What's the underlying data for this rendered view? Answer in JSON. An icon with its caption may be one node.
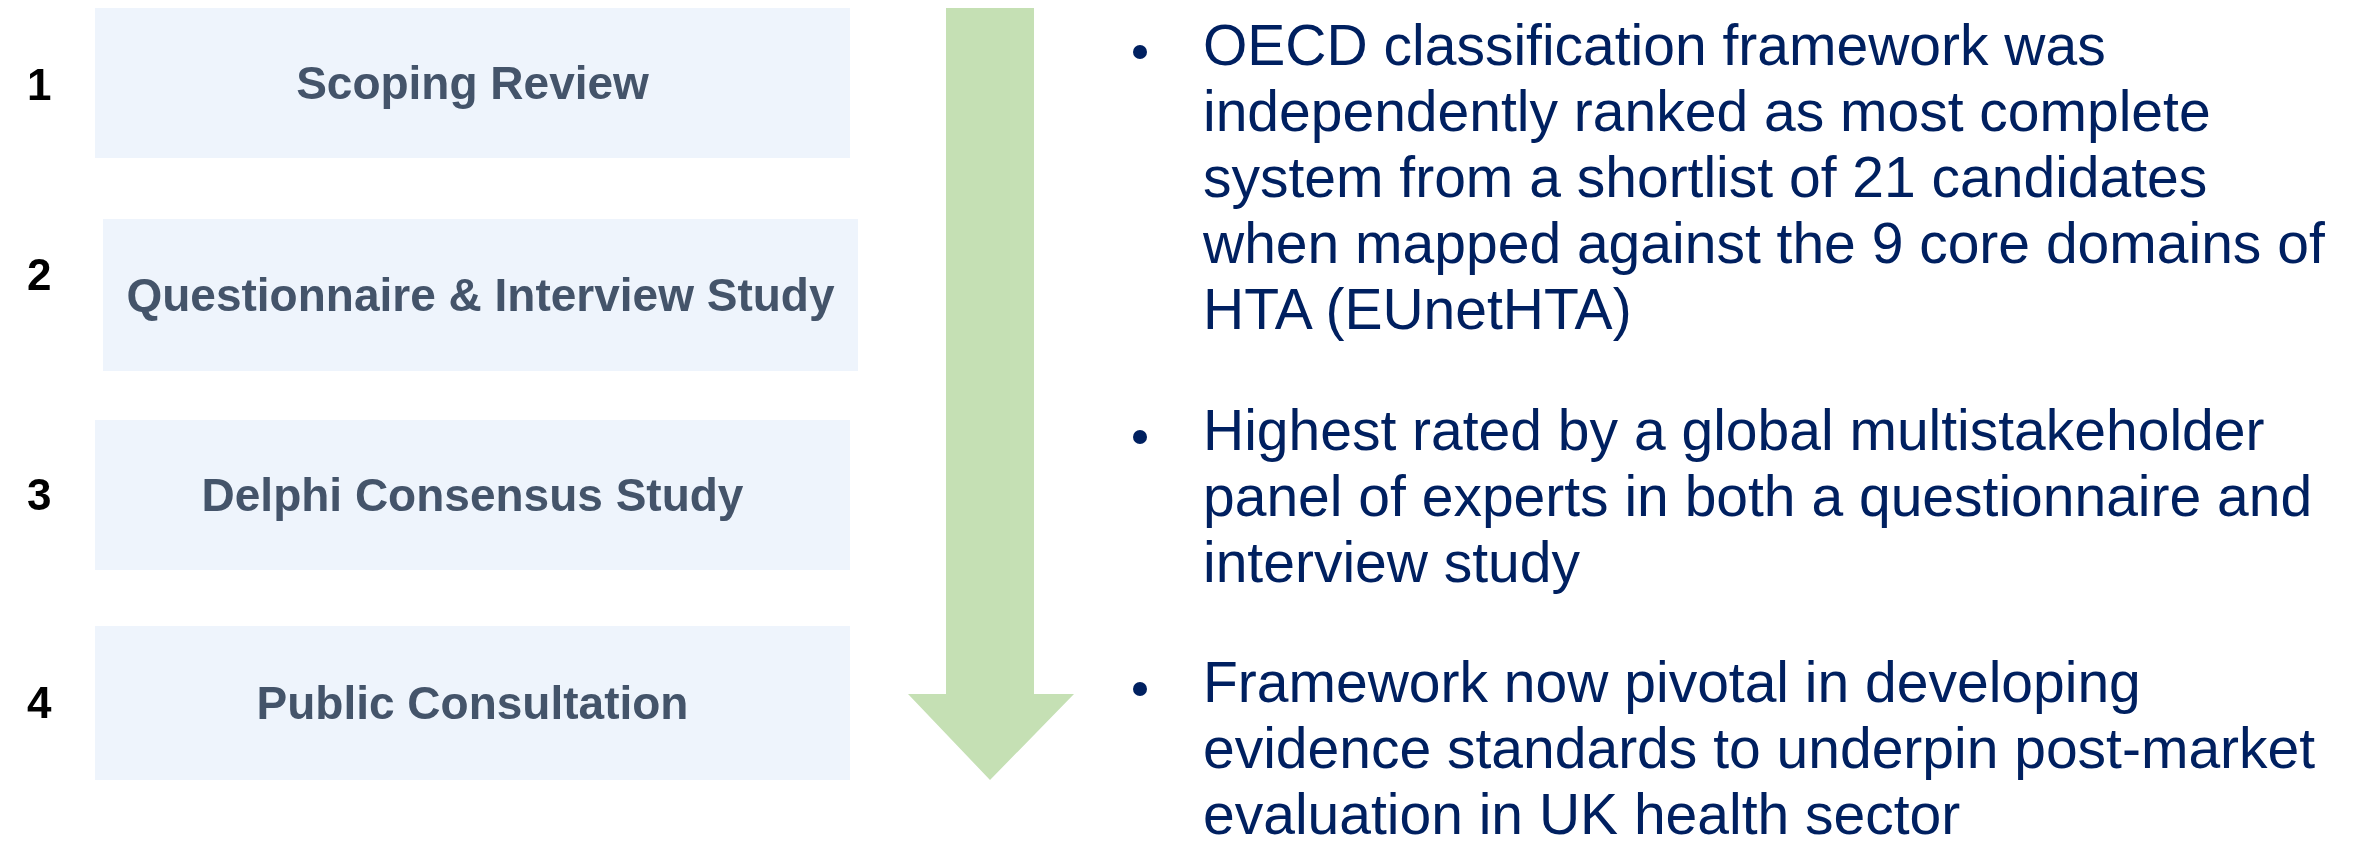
{
  "diagram": {
    "nodes": [
      {
        "text": [
          "Scoping Review"
        ]
      },
      {
        "text": [
          "Questionnaire & Interview Study"
        ]
      },
      {
        "text": [
          "Delphi Consensus Study"
        ]
      },
      {
        "text": [
          "Public Consultation"
        ]
      }
    ],
    "labels": [
      "1",
      "2",
      "3",
      "4",
      "OECD classification framework was independently ranked as most complete system from a shortlist of 21 candidates when mapped against the 9 core domains of HTA (EUnetHTA)",
      "Highest rated by a global multistakeholder panel of experts in both a questionnaire and interview study",
      "Framework now pivotal in developing evidence standards to underpin post-market evaluation in UK health sector"
    ]
  }
}
